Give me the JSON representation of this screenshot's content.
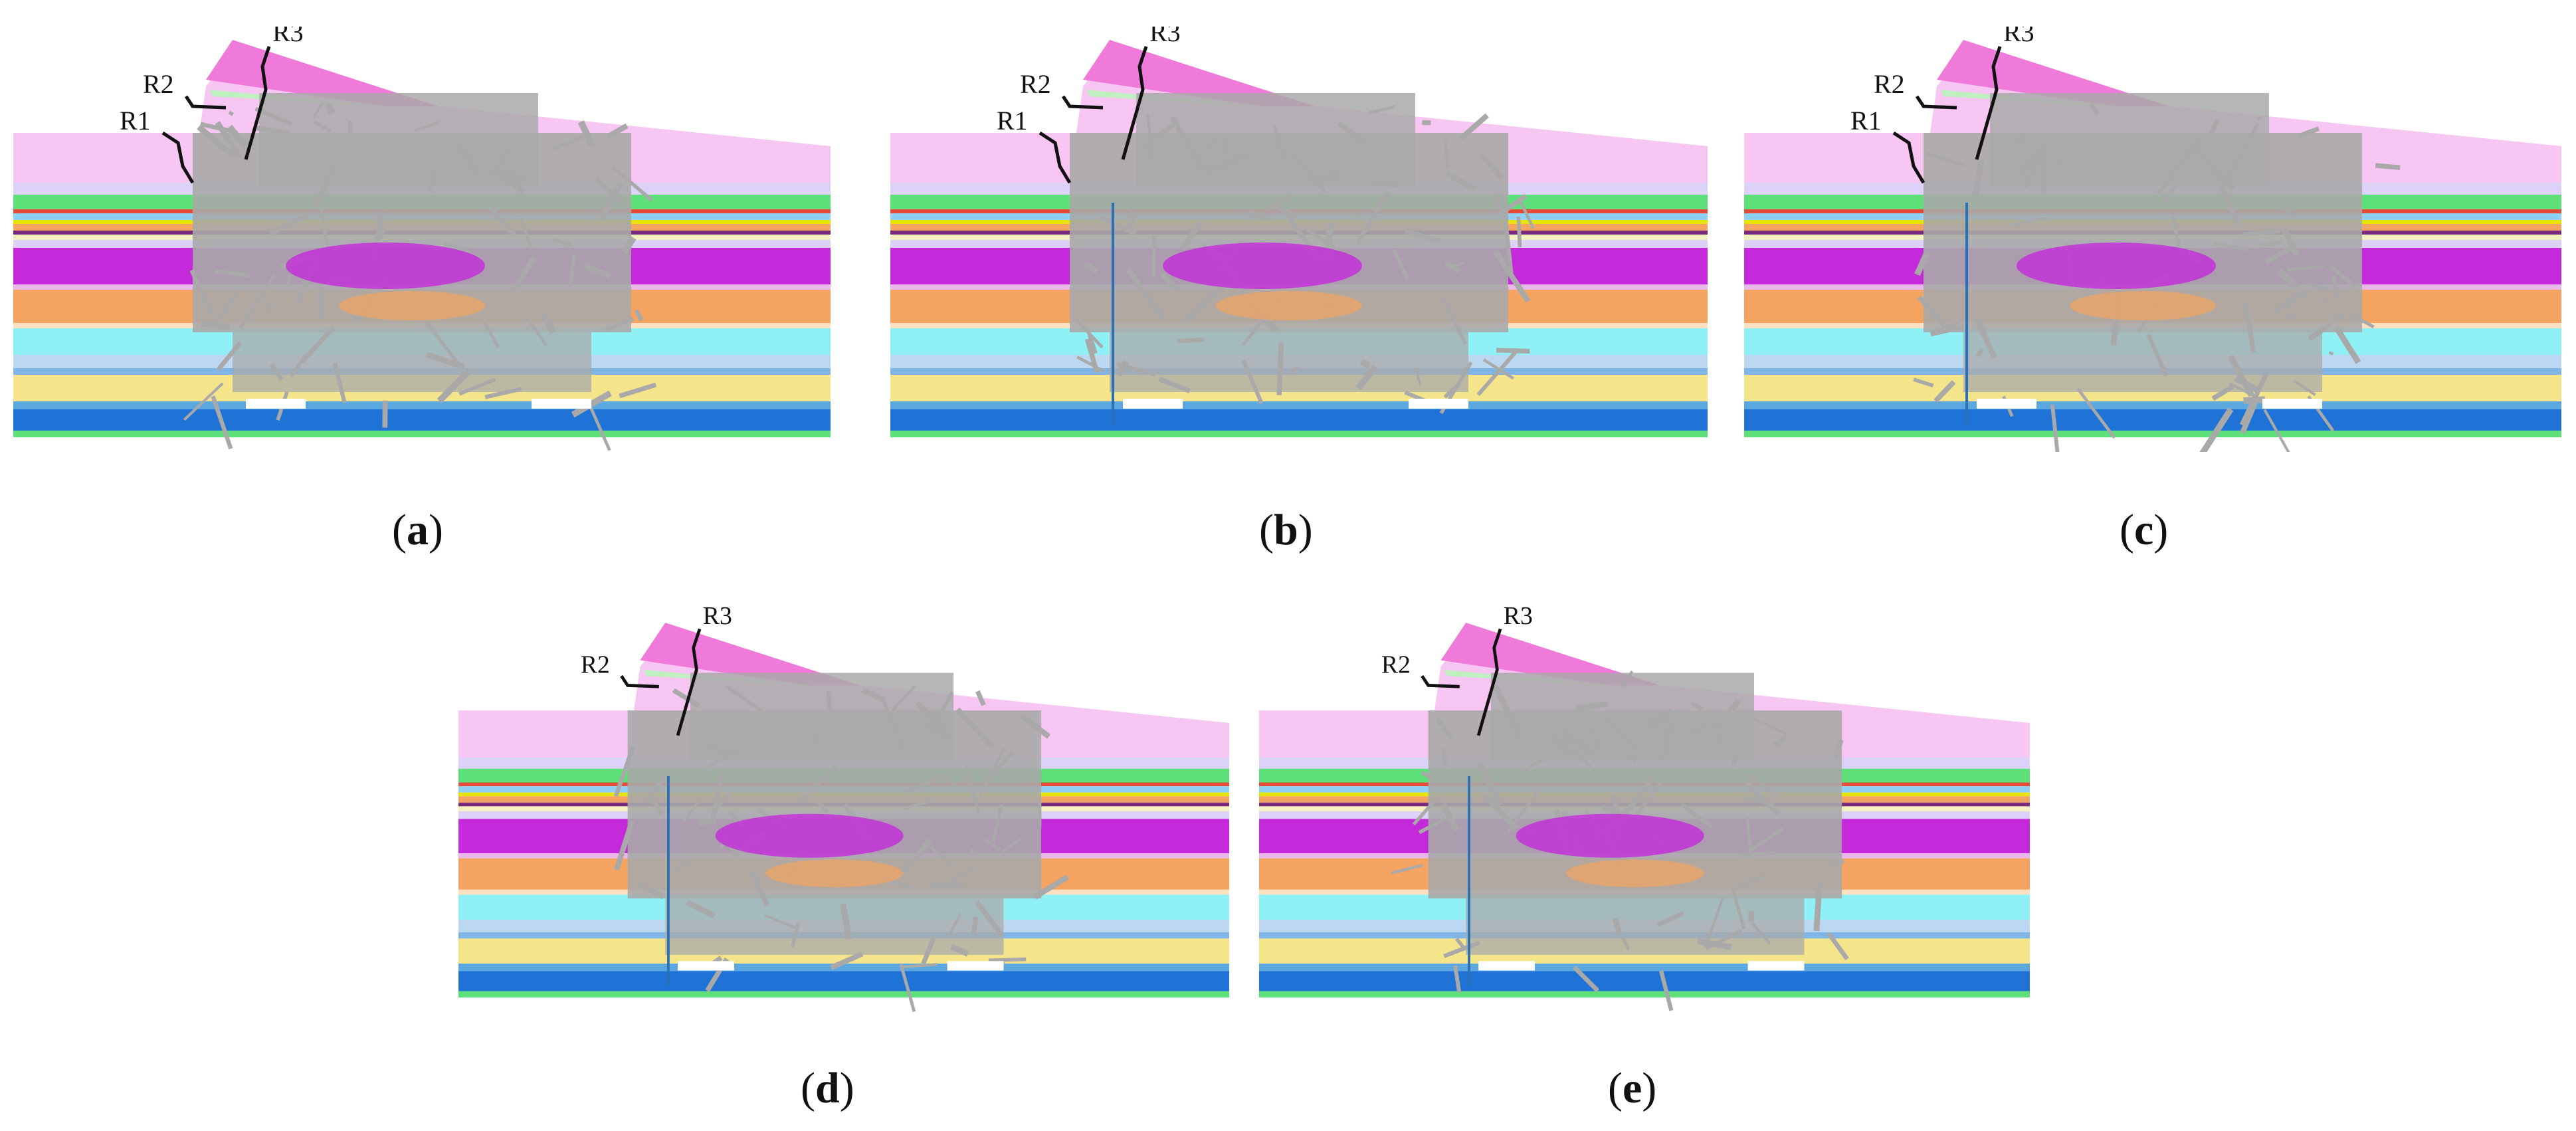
{
  "panels": [
    {
      "id": "a",
      "caption_open": "(",
      "caption_letter": "a",
      "caption_close": ")",
      "labels": [
        "R1",
        "R2",
        "R3"
      ],
      "monitor_line": false
    },
    {
      "id": "b",
      "caption_open": "(",
      "caption_letter": "b",
      "caption_close": ")",
      "labels": [
        "R1",
        "R2",
        "R3"
      ],
      "monitor_line": true
    },
    {
      "id": "c",
      "caption_open": "(",
      "caption_letter": "c",
      "caption_close": ")",
      "labels": [
        "R1",
        "R2",
        "R3"
      ],
      "monitor_line": true
    },
    {
      "id": "d",
      "caption_open": "(",
      "caption_letter": "d",
      "caption_close": ")",
      "labels": [
        "R2",
        "R3"
      ],
      "monitor_line": true
    },
    {
      "id": "e",
      "caption_open": "(",
      "caption_letter": "e",
      "caption_close": ")",
      "labels": [
        "R2",
        "R3"
      ],
      "monitor_line": true
    }
  ],
  "colors": {
    "overburden": "#f7c6f2",
    "top_wedge": "#f07ad9",
    "collapse": "#a9a9a9",
    "magenta": "#c42ad9",
    "orange": "#f4a460",
    "cyan": "#8ff0f5",
    "light_blue": "#bcd8f0",
    "yellow": "#f4e58a",
    "blue": "#1f72d6",
    "green": "#5ddf7a",
    "lavender": "#dcd2f7",
    "monitor": "#2b6fb5",
    "fracture": "#111111"
  }
}
